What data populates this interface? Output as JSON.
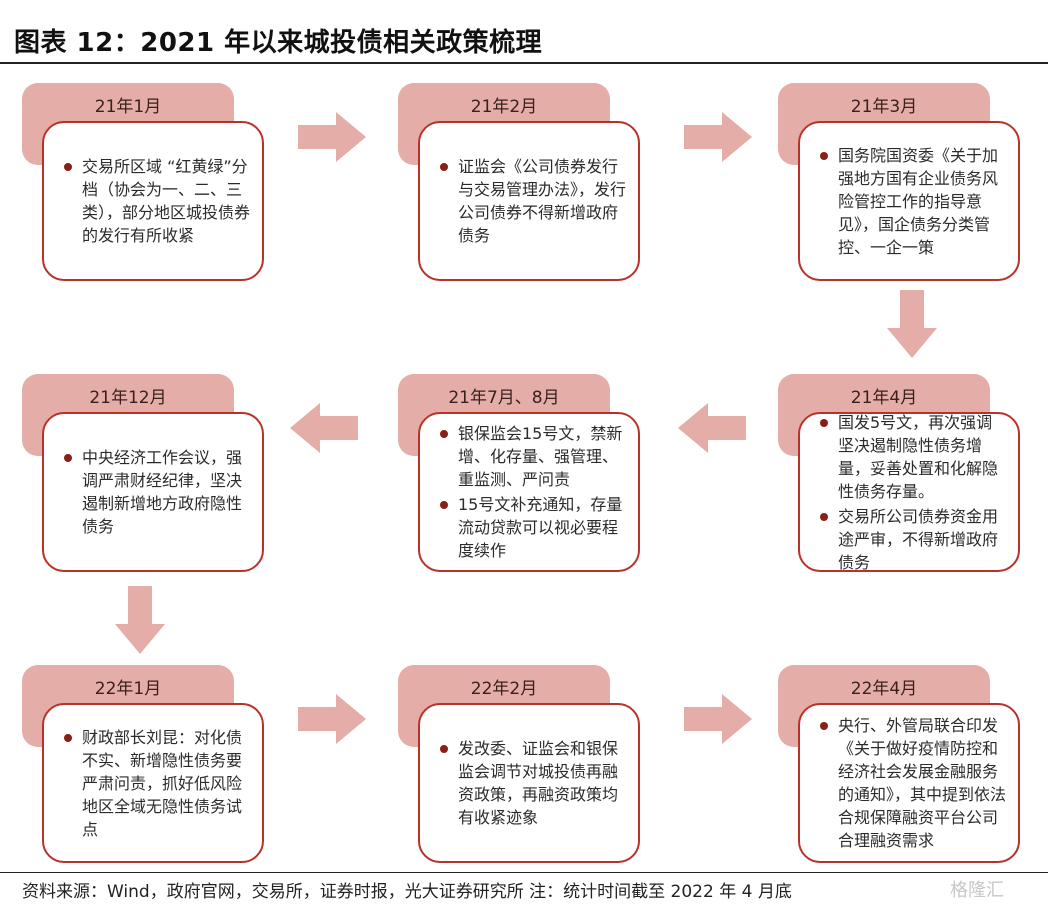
{
  "title": "图表 12：2021 年以来城投债相关政策梳理",
  "source": "资料来源：Wind，政府官网，交易所，证券时报，光大证券研究所   注：统计时间截至 2022 年 4 月底",
  "watermark": "格隆汇",
  "nodes": [
    {
      "date": "21年1月",
      "bullets": [
        "交易所区域 “红黄绿”分档（协会为一、二、三类），部分地区城投债券的发行有所收紧"
      ]
    },
    {
      "date": "21年2月",
      "bullets": [
        "证监会《公司债券发行与交易管理办法》，发行公司债券不得新增政府债务"
      ]
    },
    {
      "date": "21年3月",
      "bullets": [
        "国务院国资委《关于加强地方国有企业债务风险管控工作的指导意见》，国企债务分类管控、一企一策"
      ]
    },
    {
      "date": "21年12月",
      "bullets": [
        "中央经济工作会议，强调严肃财经纪律，坚决遏制新增地方政府隐性债务"
      ]
    },
    {
      "date": "21年7月、8月",
      "bullets": [
        "银保监会15号文，禁新增、化存量、强管理、重监测、严问责",
        "15号文补充通知，存量流动贷款可以视必要程度续作"
      ]
    },
    {
      "date": "21年4月",
      "bullets": [
        "国发5号文，再次强调坚决遏制隐性债务增量，妥善处置和化解隐性债务存量。",
        "交易所公司债券资金用途严审，不得新增政府债务"
      ]
    },
    {
      "date": "22年1月",
      "bullets": [
        "财政部长刘昆：对化债不实、新增隐性债务要严肃问责，抓好低风险地区全域无隐性债务试点"
      ]
    },
    {
      "date": "22年2月",
      "bullets": [
        "发改委、证监会和银保监会调节对城投债再融资政策，再融资政策均有收紧迹象"
      ]
    },
    {
      "date": "22年4月",
      "bullets": [
        "央行、外管局联合印发《关于做好疫情防控和经济社会发展金融服务的通知》，其中提到依法合规保障融资平台公司合理融资需求"
      ]
    }
  ],
  "colors": {
    "tab": "#e4ada7",
    "border": "#b9322a",
    "arrow": "#e4ada7",
    "bullet": "#8a1e18"
  }
}
